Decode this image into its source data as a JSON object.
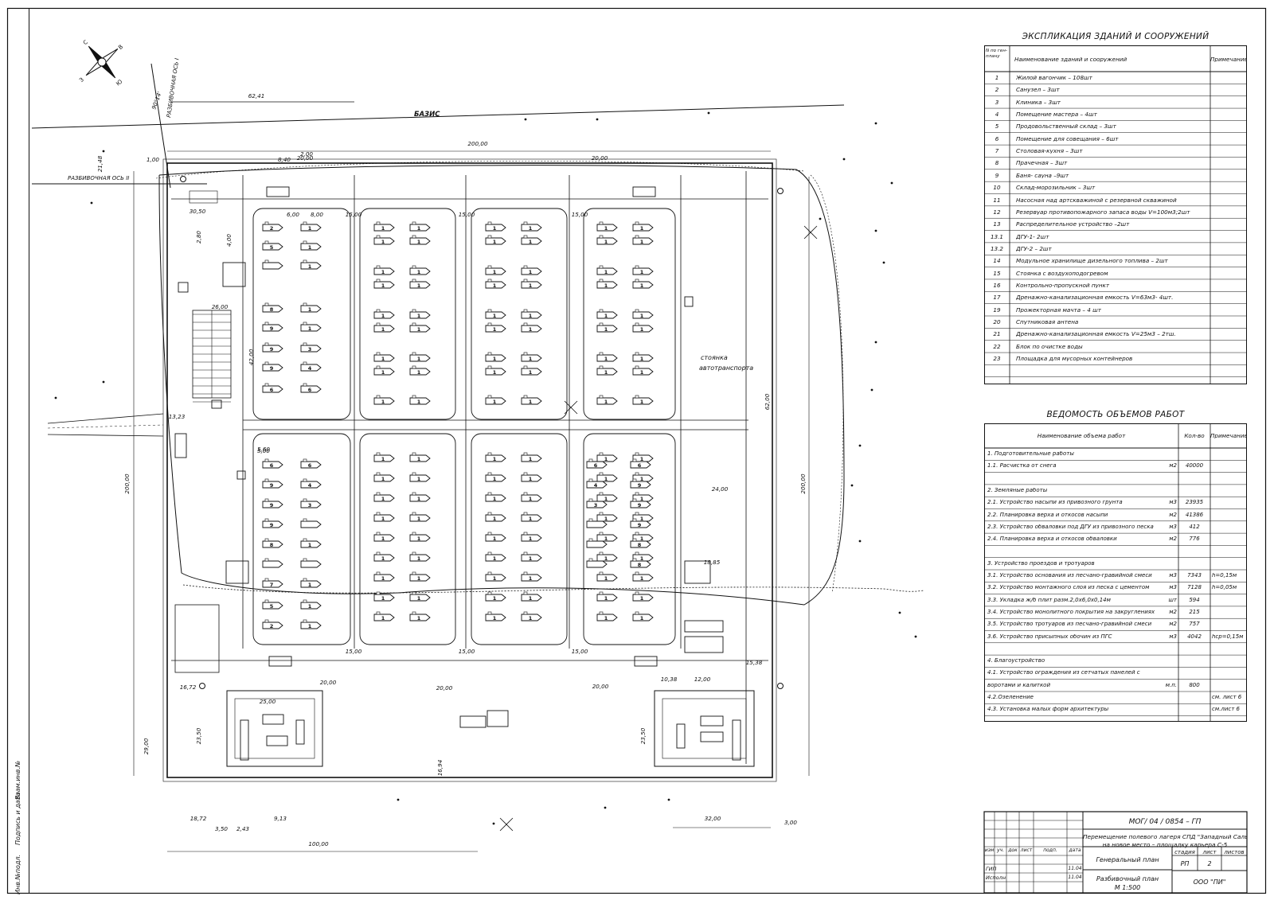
{
  "sheet": {
    "side_stamp": [
      "Инв.№подл.",
      "Подпись и дата",
      "Взам.инв.№"
    ]
  },
  "plan": {
    "basis_label": "БАЗИС",
    "axis_1_label": "РАЗБИВОЧНАЯ ОСЬ I",
    "axis_2_label": "РАЗБИВОЧНАЯ ОСЬ II",
    "angle_label": "90°14'",
    "parking_label": [
      "стоянка",
      "автотранспорта"
    ],
    "compass_letters": [
      "С",
      "Ю",
      "З",
      "В"
    ],
    "dimensions": [
      {
        "id": "d-62-41",
        "text": "62,41"
      },
      {
        "id": "d-200-top",
        "text": "200,00"
      },
      {
        "id": "d-200-left",
        "text": "200,00"
      },
      {
        "id": "d-200-right",
        "text": "200,00"
      },
      {
        "id": "d-21-48",
        "text": "21,48"
      },
      {
        "id": "d-100",
        "text": "100,00"
      },
      {
        "id": "d-32",
        "text": "32,00"
      },
      {
        "id": "d-62",
        "text": "62,00"
      },
      {
        "id": "d-29",
        "text": "29,00"
      },
      {
        "id": "d-26",
        "text": "26,00"
      },
      {
        "id": "d-42",
        "text": "42,00"
      },
      {
        "id": "d-30-50",
        "text": "30,50"
      },
      {
        "id": "d-24",
        "text": "24,00"
      },
      {
        "id": "d-25",
        "text": "25,00"
      },
      {
        "id": "d-16-72",
        "text": "16,72"
      },
      {
        "id": "d-18-72",
        "text": "18,72"
      },
      {
        "id": "d-23-50a",
        "text": "23,50"
      },
      {
        "id": "d-23-50b",
        "text": "23,50"
      },
      {
        "id": "d-16-94",
        "text": "16,94"
      },
      {
        "id": "d-15-38",
        "text": "15,38"
      },
      {
        "id": "d-18-85",
        "text": "18,85"
      },
      {
        "id": "d-10-38",
        "text": "10,38"
      },
      {
        "id": "d-12",
        "text": "12,00"
      },
      {
        "id": "d-20a",
        "text": "20,00"
      },
      {
        "id": "d-20b",
        "text": "20,00"
      },
      {
        "id": "d-20c",
        "text": "20,00"
      },
      {
        "id": "d-20d",
        "text": "20,00"
      },
      {
        "id": "d-20e",
        "text": "20,00"
      },
      {
        "id": "d-15a",
        "text": "15,00"
      },
      {
        "id": "d-15b",
        "text": "15,00"
      },
      {
        "id": "d-15c",
        "text": "15,00"
      },
      {
        "id": "d-15d",
        "text": "15,00"
      },
      {
        "id": "d-15e",
        "text": "15,00"
      },
      {
        "id": "d-15f",
        "text": "15,00"
      },
      {
        "id": "d-13-23",
        "text": "13,23"
      },
      {
        "id": "d-9-13",
        "text": "9,13"
      },
      {
        "id": "d-3-50",
        "text": "3,50"
      },
      {
        "id": "d-2-43",
        "text": "2,43"
      },
      {
        "id": "d-3-00",
        "text": "3,00"
      },
      {
        "id": "d-2-00",
        "text": "2,00"
      },
      {
        "id": "d-1-00",
        "text": "1,00"
      },
      {
        "id": "d-8-40",
        "text": "8,40"
      },
      {
        "id": "d-6-00",
        "text": "6,00"
      },
      {
        "id": "d-8-00",
        "text": "8,00"
      },
      {
        "id": "d-5-00",
        "text": "5,00"
      },
      {
        "id": "d-5-60",
        "text": "5,60"
      },
      {
        "id": "d-4-00",
        "text": "4,00"
      },
      {
        "id": "d-2-80",
        "text": "2,80"
      }
    ]
  },
  "explication": {
    "title": "ЭКСПЛИКАЦИЯ ЗДАНИЙ И СООРУЖЕНИЙ",
    "headers": [
      "N по ген-плану",
      "Наименование зданий и сооружений",
      "Примечание"
    ],
    "rows": [
      [
        "1",
        "Жилой вагончик – 108шт"
      ],
      [
        "2",
        "Санузел – 3шт"
      ],
      [
        "3",
        "Клиника – 3шт"
      ],
      [
        "4",
        "Помещение мастера – 4шт"
      ],
      [
        "5",
        "Продовольственный склад – 3шт"
      ],
      [
        "6",
        "Помещение для совещания – 6шт"
      ],
      [
        "7",
        "Столовая-кухня – 3шт"
      ],
      [
        "8",
        "Прачечная – 3шт"
      ],
      [
        "9",
        "Баня- сауна –9шт"
      ],
      [
        "10",
        "Склад-морозильник – 3шт"
      ],
      [
        "11",
        "Насосная над артскважиной с резервной скважиной"
      ],
      [
        "12",
        "Резервуар противопожарного запаса воды V=100м3;2шт"
      ],
      [
        "13",
        "Распределительное устройство –2шт"
      ],
      [
        "13.1",
        "ДГУ-1- 2шт"
      ],
      [
        "13.2",
        "ДГУ-2 – 2шт"
      ],
      [
        "14",
        "Модульное хранилище дизельного топлива – 2шт"
      ],
      [
        "15",
        "Стоянка с воздухоподогревом"
      ],
      [
        "16",
        "Контрольно-пропускной пункт"
      ],
      [
        "17",
        "Дренажно-канализационная емкость V=63м3- 4шт."
      ],
      [
        "19",
        "Прожекторная мачта – 4 шт"
      ],
      [
        "20",
        "Спутниковая антена"
      ],
      [
        "21",
        "Дренажно-канализационная емкость V=25м3 – 2тш."
      ],
      [
        "22",
        "Блок по очистке воды"
      ],
      [
        "23",
        "Площадка для мусорных контейнеров"
      ]
    ]
  },
  "volumes": {
    "title": "ВЕДОМОСТЬ ОБЪЕМОВ РАБОТ",
    "headers": [
      "Наименование объема работ",
      "Кол-во",
      "Примечание"
    ],
    "rows": [
      {
        "name": "1.      Подготовительные работы",
        "unit": "",
        "qty": "",
        "note": ""
      },
      {
        "name": "1.1. Расчистка от снега",
        "unit": "м2",
        "qty": "40000",
        "note": ""
      },
      {
        "name": "",
        "unit": "",
        "qty": "",
        "note": ""
      },
      {
        "name": "            2. Земляные работы",
        "unit": "",
        "qty": "",
        "note": ""
      },
      {
        "name": "2.1. Устройство насыпи из привозного грунта",
        "unit": "м3",
        "qty": "23935",
        "note": ""
      },
      {
        "name": "2.2. Планировка верха и откосов насыпи",
        "unit": "м2",
        "qty": "41386",
        "note": ""
      },
      {
        "name": "2.3. Устройство обваловки под ДГУ из привозного песка",
        "unit": "м3",
        "qty": "412",
        "note": ""
      },
      {
        "name": "2.4. Планировка верха и откосов обваловки",
        "unit": "м2",
        "qty": "776",
        "note": ""
      },
      {
        "name": "",
        "unit": "",
        "qty": "",
        "note": ""
      },
      {
        "name": "            3. Устройство проездов и тротуаров",
        "unit": "",
        "qty": "",
        "note": ""
      },
      {
        "name": "3.1. Устройство основания из песчано-гравийной смеси",
        "unit": "м3",
        "qty": "7343",
        "note": "h=0,15м"
      },
      {
        "name": "3.2. Устройство монтажного слоя из песка с цементом",
        "unit": "м3",
        "qty": "7128",
        "note": "h=0,05м"
      },
      {
        "name": "3.3. Укладка ж/б плит разм.2,0х6,0х0,14м",
        "unit": "шт",
        "qty": "594",
        "note": ""
      },
      {
        "name": "3.4. Устройство монолитного покрытия на закруглениях",
        "unit": "м2",
        "qty": "215",
        "note": ""
      },
      {
        "name": "3.5. Устройство тротуаров из песчано-гравийной смеси",
        "unit": "м2",
        "qty": "757",
        "note": ""
      },
      {
        "name": "3.6. Устройство присыпных обочин из ПГС",
        "unit": "м3",
        "qty": "4042",
        "note": "hср=0,15м"
      },
      {
        "name": "",
        "unit": "",
        "qty": "",
        "note": ""
      },
      {
        "name": "            4. Благоустройство",
        "unit": "",
        "qty": "",
        "note": ""
      },
      {
        "name": "4.1. Устройство ограждения из сетчатых панелей с",
        "unit": "",
        "qty": "",
        "note": ""
      },
      {
        "name": "воротами и калиткой",
        "unit": "м.п.",
        "qty": "800",
        "note": ""
      },
      {
        "name": "4.2.Озеленение",
        "unit": "",
        "qty": "",
        "note": "см. лист 6"
      },
      {
        "name": "4.3. Установка малых форм архитектуры",
        "unit": "",
        "qty": "",
        "note": "см.лист 6"
      }
    ]
  },
  "title_block": {
    "doc_code": "МОГ/ 04 / 0854 – ГП",
    "project_line1": "Перемещение полевого лагеря СПД \"Западный Салым\"",
    "project_line2": "на новое место – площадку карьера С-5",
    "sheet_name": "Генеральный план",
    "drawing_name": "Разбивочный план",
    "scale": "М 1:500",
    "company": "ООО \"ПИ\"",
    "col_headers": [
      "изм",
      "уч.",
      "док",
      "лист",
      "подп.",
      "дата"
    ],
    "roles": [
      {
        "role": "ГИП",
        "date": "11.04"
      },
      {
        "role": "Исполн",
        "date": "11.04"
      }
    ],
    "stage_header": "стадия",
    "sheet_header": "лист",
    "sheets_header": "листов",
    "stage": "РП",
    "sheet": "2"
  }
}
